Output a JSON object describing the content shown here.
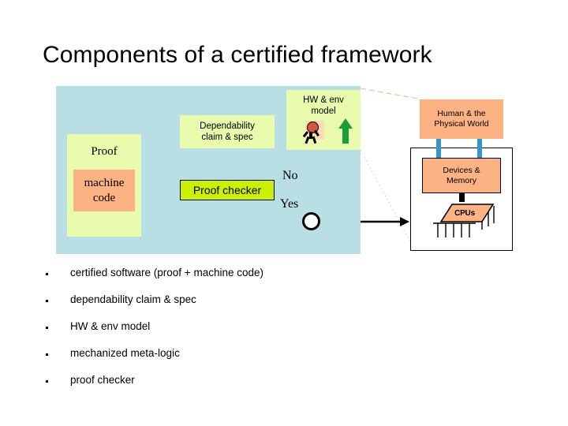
{
  "slide": {
    "title": "Components of a certified framework"
  },
  "diagram": {
    "proof": {
      "group_label": "Proof",
      "machine_code_label": "machine\ncode",
      "machine_code_line1": "machine",
      "machine_code_line2": "code"
    },
    "dependability": {
      "line1": "Dependability",
      "line2": "claim & spec"
    },
    "hw_env": {
      "line1": "HW & env",
      "line2": "model",
      "person_icon": "person-icon",
      "arrow_icon": "green-up-arrow-icon"
    },
    "proof_checker": {
      "label": "Proof checker"
    },
    "branches": {
      "no_label": "No",
      "yes_label": "Yes",
      "ground_icon": "ground-symbol-icon",
      "junction_icon": "junction-node-icon"
    },
    "hardware": {
      "human_world_line1": "Human & the",
      "human_world_line2": "Physical World",
      "devices_line1": "Devices &",
      "devices_line2": "Memory",
      "cpus_label": "CPUs",
      "cpu_icon": "cpu-chip-icon"
    }
  },
  "colors": {
    "panel_blue": "#b9dee3",
    "pale_yellow": "#e9fcad",
    "orange": "#fcb283",
    "chartreuse": "#cbf000",
    "connector_blue": "#2f97d8",
    "arrow_green": "#1d9c3a",
    "faint_tan": "#d9c5ae"
  },
  "bullets": [
    {
      "text": "certified software (proof + machine code)"
    },
    {
      "text": "dependability claim & spec"
    },
    {
      "text": "HW & env model"
    },
    {
      "text": "mechanized meta-logic"
    },
    {
      "text": "proof checker"
    }
  ]
}
